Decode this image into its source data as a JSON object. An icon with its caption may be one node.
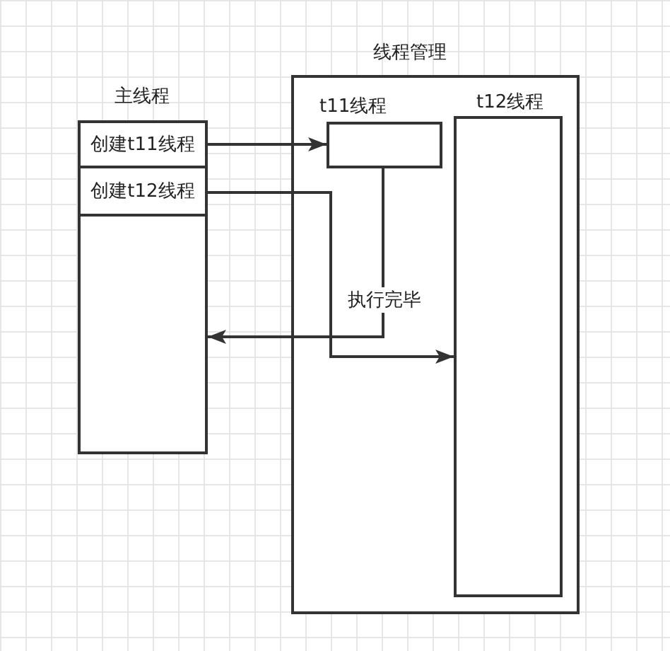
{
  "diagram": {
    "nodes": [
      {
        "text": [
          "主线程"
        ]
      },
      {
        "text": [
          "创建t11线程"
        ],
        "in": 0
      },
      {
        "text": [
          "创建t12线程"
        ],
        "in": 0
      },
      {
        "text": [
          "线程管理"
        ]
      },
      {
        "text": [
          "t11线程"
        ],
        "in": 3
      },
      {
        "text": [
          "t12线程"
        ],
        "in": 3
      }
    ],
    "edges": [
      {
        "from": 1,
        "to": 4,
        "arrow": "to"
      },
      {
        "from": 2,
        "to": 5,
        "arrow": "to"
      },
      {
        "from": 4,
        "to": 0,
        "arrow": "to",
        "label": "执行完毕"
      }
    ]
  }
}
